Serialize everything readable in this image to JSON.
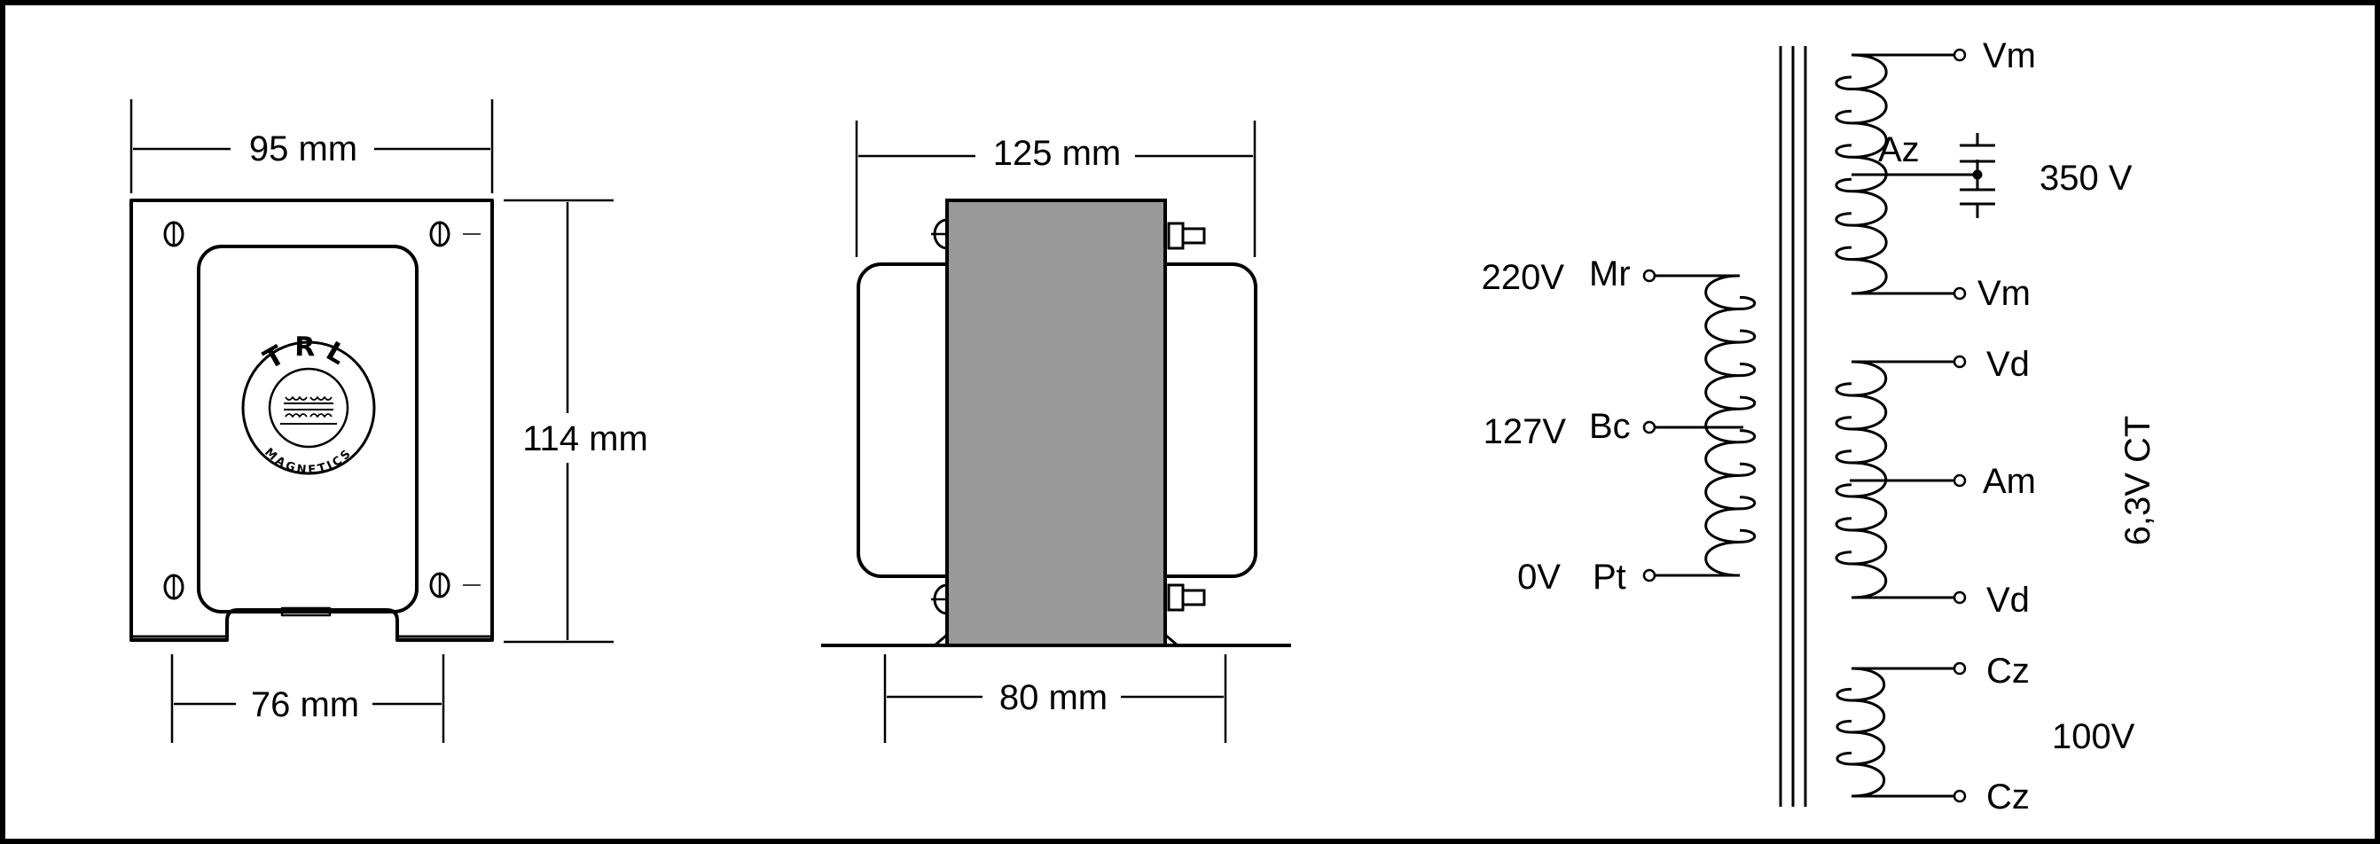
{
  "front_view": {
    "width_label": "95 mm",
    "height_label": "114 mm",
    "base_label": "76 mm",
    "logo_top": "TRL",
    "logo_bottom": "MAGNETICS"
  },
  "side_view": {
    "width_label": "125 mm",
    "base_label": "80 mm",
    "core_color": "#999999"
  },
  "schematic": {
    "primary": {
      "mr_voltage": "220V",
      "mr_name": "Mr",
      "bc_voltage": "127V",
      "bc_name": "Bc",
      "pt_voltage": "0V",
      "pt_name": "Pt"
    },
    "hv_winding": {
      "top_name": "Vm",
      "bottom_name": "Vm",
      "tap_name": "Az",
      "voltage": "350 V"
    },
    "heater_winding": {
      "top_name": "Vd",
      "center_name": "Am",
      "bottom_name": "Vd",
      "voltage": "6,3V CT"
    },
    "aux_winding": {
      "top_name": "Cz",
      "bottom_name": "Cz",
      "voltage": "100V"
    }
  }
}
